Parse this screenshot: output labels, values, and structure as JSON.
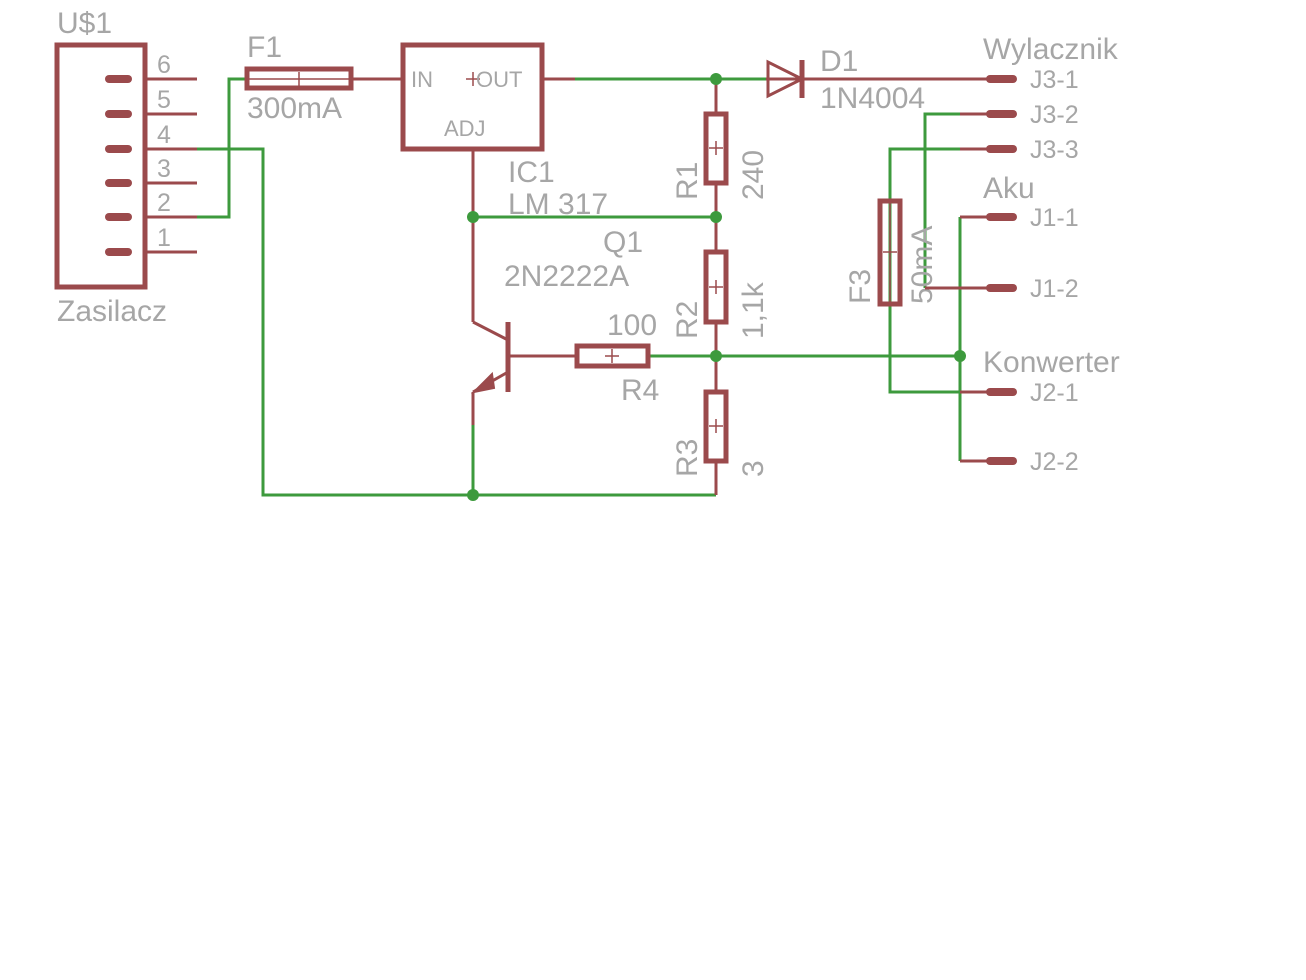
{
  "colors": {
    "wire": "#3d9a3d",
    "part": "#9b4a4c",
    "label": "#a6a6a6",
    "background": "#ffffff"
  },
  "u1": {
    "name": "U$1",
    "value": "Zasilacz",
    "pins": [
      "6",
      "5",
      "4",
      "3",
      "2",
      "1"
    ]
  },
  "f1": {
    "name": "F1",
    "value": "300mA"
  },
  "ic1": {
    "name": "IC1",
    "value": "LM 317",
    "pin_in": "IN",
    "pin_out": "OUT",
    "pin_adj": "ADJ"
  },
  "d1": {
    "name": "D1",
    "value": "1N4004"
  },
  "r1": {
    "name": "R1",
    "value": "240"
  },
  "r2": {
    "name": "R2",
    "value": "1,1k"
  },
  "r3": {
    "name": "R3",
    "value": "3"
  },
  "r4": {
    "name": "R4",
    "value": "100"
  },
  "q1": {
    "name": "Q1",
    "value": "2N2222A"
  },
  "f3": {
    "name": "F3",
    "value": "50mA"
  },
  "j3": {
    "name": "Wylacznik",
    "pins": [
      "J3-1",
      "J3-2",
      "J3-3"
    ]
  },
  "j1": {
    "name": "Aku",
    "pins": [
      "J1-1",
      "J1-2"
    ]
  },
  "j2": {
    "name": "Konwerter",
    "pins": [
      "J2-1",
      "J2-2"
    ]
  }
}
